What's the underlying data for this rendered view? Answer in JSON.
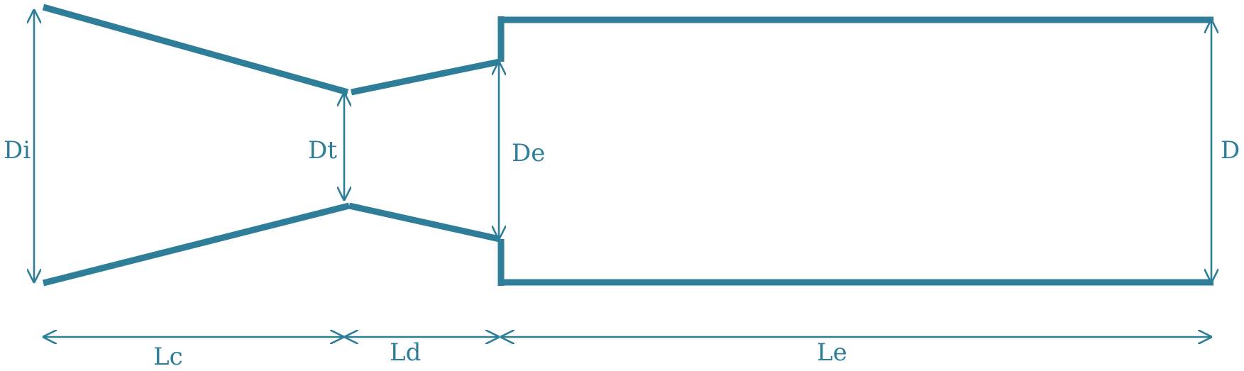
{
  "colors": {
    "stroke": "#2e7e99",
    "text": "#2e7e99",
    "background": "#ffffff"
  },
  "labels": {
    "inlet_diameter": "Di",
    "throat_diameter": "Dt",
    "exit_diameter": "De",
    "tube_diameter": "D",
    "converging_length": "Lc",
    "diverging_length": "Ld",
    "extension_length": "Le"
  }
}
